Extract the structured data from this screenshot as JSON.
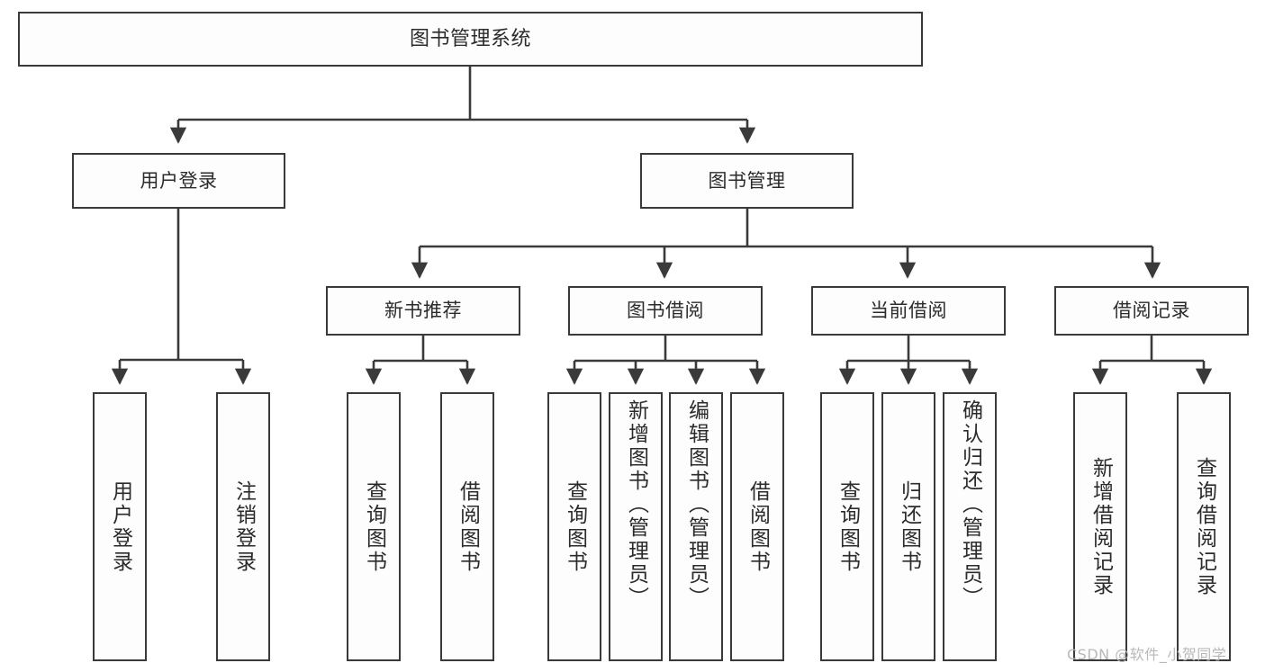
{
  "diagram": {
    "title": "图书管理系统",
    "watermark": "CSDN @软件_小贺同学",
    "line_color": "#3a3a3a",
    "box_fill": "#fdfdfd",
    "text_color": "#2b2b2b",
    "watermark_color": "#b9b9b9",
    "type": "tree",
    "levels": 4,
    "nodes": {
      "root": {
        "label": "图书管理系统"
      },
      "l2": [
        {
          "label": "用户登录"
        },
        {
          "label": "图书管理"
        }
      ],
      "l3": [
        {
          "label": "新书推荐"
        },
        {
          "label": "图书借阅"
        },
        {
          "label": "当前借阅"
        },
        {
          "label": "借阅记录"
        }
      ],
      "leaves": {
        "user_login": [
          {
            "label": "用户登录"
          },
          {
            "label": "注销登录"
          }
        ],
        "new_book": [
          {
            "label": "查询图书"
          },
          {
            "label": "借阅图书"
          }
        ],
        "book_borrow": [
          {
            "label": "查询图书"
          },
          {
            "label": "新增图书（管理员）"
          },
          {
            "label": "编辑图书（管理员）"
          },
          {
            "label": "借阅图书"
          }
        ],
        "current_borrow": [
          {
            "label": "查询图书"
          },
          {
            "label": "归还图书"
          },
          {
            "label": "确认归还（管理员）"
          }
        ],
        "borrow_record": [
          {
            "label": "新增借阅记录"
          },
          {
            "label": "查询借阅记录"
          }
        ]
      }
    }
  }
}
